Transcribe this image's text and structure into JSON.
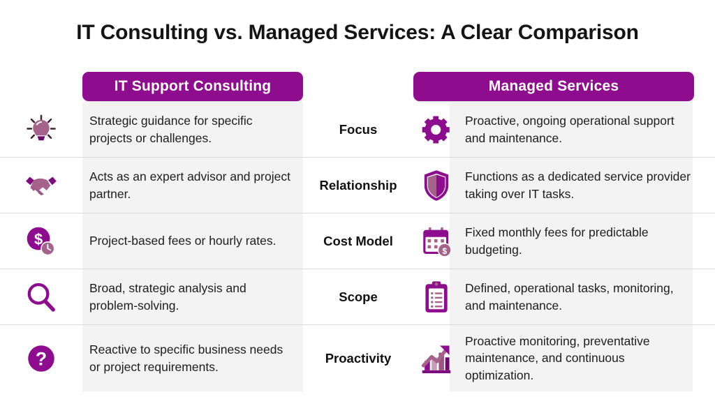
{
  "title": "IT Consulting vs. Managed Services: A Clear Comparison",
  "colors": {
    "header_purple": "#8E0D8E",
    "icon_purple": "#8E0D8E",
    "icon_mauve": "#A5638C",
    "band_gray": "#f3f3f3",
    "divider": "#d8d8d8",
    "text": "#1d1d1d"
  },
  "columns": {
    "left_header": "IT Support Consulting",
    "right_header": "Managed Services"
  },
  "rows": [
    {
      "label": "Focus",
      "left_icon": "lightbulb-icon",
      "left_text": "Strategic guidance for specific projects or challenges.",
      "right_icon": "gear-icon",
      "right_text": "Proactive, ongoing operational support and maintenance."
    },
    {
      "label": "Relationship",
      "left_icon": "handshake-icon",
      "left_text": "Acts as an expert advisor and project partner.",
      "right_icon": "shield-icon",
      "right_text": "Functions as a dedicated service provider taking over IT tasks."
    },
    {
      "label": "Cost Model",
      "left_icon": "dollar-clock-icon",
      "left_text": "Project-based fees or hourly rates.",
      "right_icon": "calendar-dollar-icon",
      "right_text": "Fixed monthly fees for predictable budgeting."
    },
    {
      "label": "Scope",
      "left_icon": "magnifier-icon",
      "left_text": "Broad, strategic analysis and problem-solving.",
      "right_icon": "clipboard-icon",
      "right_text": "Defined, operational tasks, monitoring, and maintenance."
    },
    {
      "label": "Proactivity",
      "left_icon": "growth-chart-icon",
      "left_text": "Reactive to specific business needs or project requirements.",
      "right_icon": "growth-chart-icon",
      "right_text": "Proactive monitoring, preventative maintenance, and continuous optimization."
    }
  ],
  "row_left_icons_override": {
    "4": "question-mark-icon"
  }
}
